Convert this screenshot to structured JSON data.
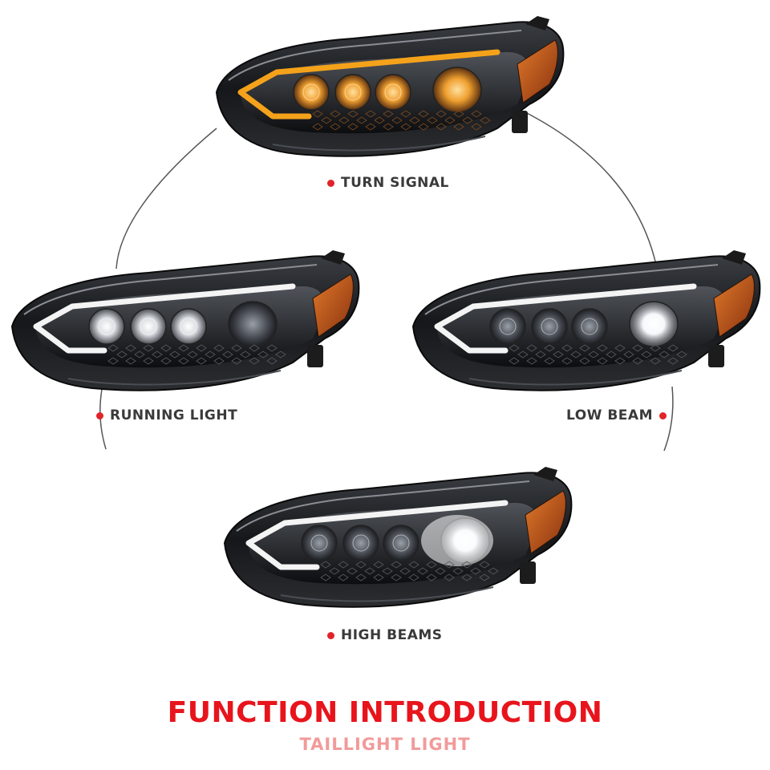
{
  "labels": {
    "turn_signal": "TURN SIGNAL",
    "running_light": "RUNNING LIGHT",
    "low_beam": "LOW BEAM",
    "high_beams": "HIGH BEAMS"
  },
  "title": "FUNCTION INTRODUCTION",
  "subtitle": "TAILLIGHT LIGHT",
  "colors": {
    "accent_red": "#e8141c",
    "subtitle_pink": "#f29a9a",
    "dot_red": "#e0242a",
    "label_gray": "#3a3a3a",
    "amber_drl": "#f5a21b",
    "white_drl": "#f4f4f4",
    "side_marker": "#c2561b"
  },
  "headlights": [
    {
      "mode": "turn-signal"
    },
    {
      "mode": "running-light"
    },
    {
      "mode": "low-beam"
    },
    {
      "mode": "high-beams"
    }
  ]
}
